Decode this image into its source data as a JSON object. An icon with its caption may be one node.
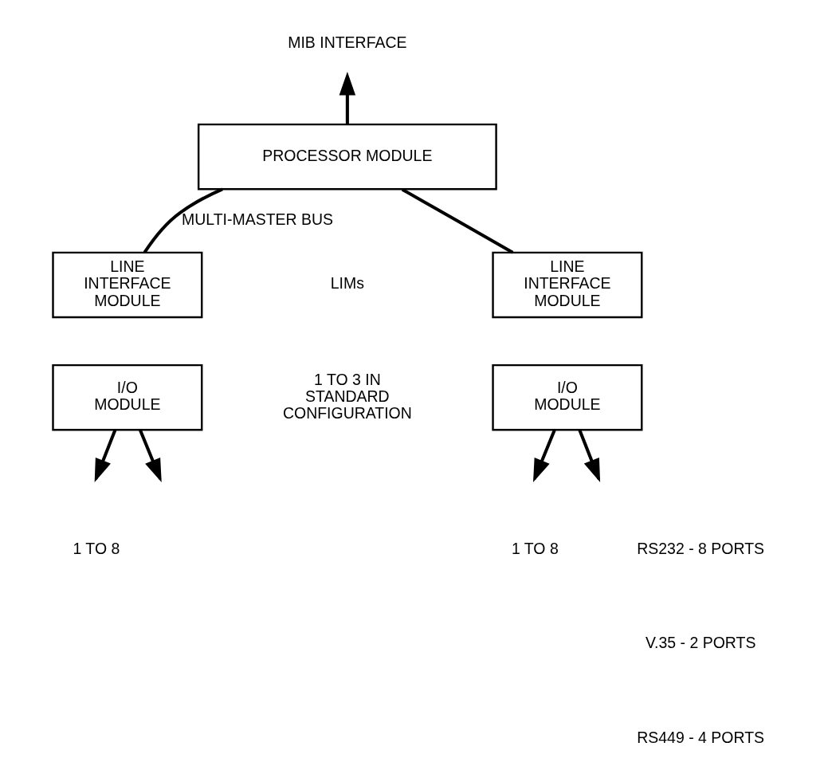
{
  "diagram": {
    "nodes": [
      {
        "text": [
          "MIB INTERFACE"
        ]
      },
      {
        "text": [
          "PROCESSOR MODULE"
        ]
      },
      {
        "text": [
          "LINE INTERFACE MODULE"
        ]
      },
      {
        "text": [
          "I/O MODULE"
        ]
      },
      {
        "text": [
          "LINE INTERFACE MODULE"
        ]
      },
      {
        "text": [
          "I/O MODULE"
        ]
      }
    ],
    "edges": [
      {
        "from": 1,
        "to": 0,
        "arrow": "to"
      },
      {
        "from": 1,
        "to": 2,
        "arrow": "none",
        "label": "MULTI-MASTER BUS"
      },
      {
        "from": 1,
        "to": 4,
        "arrow": "none"
      },
      {
        "from": 3,
        "to": null,
        "arrow": "to"
      },
      {
        "from": 3,
        "to": null,
        "arrow": "to"
      },
      {
        "from": 5,
        "to": null,
        "arrow": "to"
      },
      {
        "from": 5,
        "to": null,
        "arrow": "to"
      }
    ],
    "labels": [
      "LIMs",
      "1 TO 3 IN STANDARD CONFIGURATION",
      "1 TO 8",
      "1 TO 8",
      "RS232 - 8 PORTS",
      "V.35 - 2 PORTS",
      "RS449 - 4 PORTS"
    ]
  }
}
